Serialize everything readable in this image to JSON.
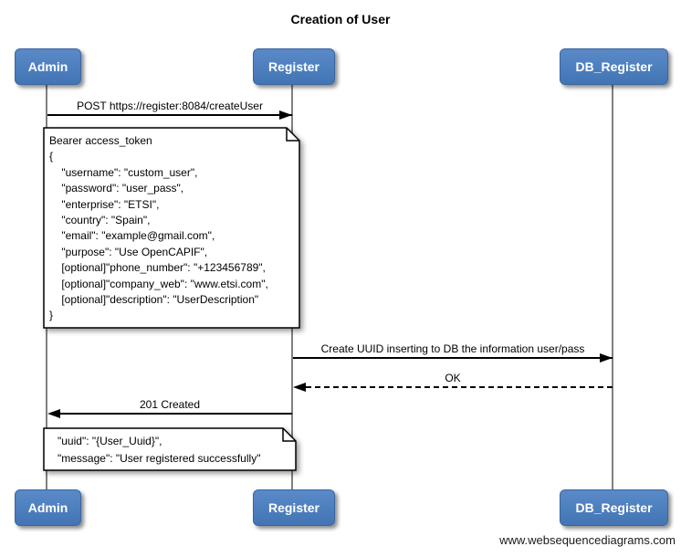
{
  "title": "Creation of User",
  "actors": [
    {
      "name": "Admin"
    },
    {
      "name": "Register"
    },
    {
      "name": "DB_Register"
    }
  ],
  "messages": [
    {
      "label": "POST https://register:8084/createUser",
      "from": "Admin",
      "to": "Register",
      "line": "solid"
    },
    {
      "label": "Create UUID inserting to DB the information user/pass",
      "from": "Register",
      "to": "DB_Register",
      "line": "solid"
    },
    {
      "label": "OK",
      "from": "DB_Register",
      "to": "Register",
      "line": "dashed"
    },
    {
      "label": "201 Created",
      "from": "Register",
      "to": "Admin",
      "line": "solid"
    }
  ],
  "notes": [
    {
      "over": "Admin",
      "lines": [
        "Bearer access_token",
        "{",
        "    \"username\": \"custom_user\",",
        "    \"password\": \"user_pass\",",
        "    \"enterprise\": \"ETSI\",",
        "    \"country\": \"Spain\",",
        "    \"email\": \"example@gmail.com\",",
        "    \"purpose\": \"Use OpenCAPIF\",",
        "    [optional]\"phone_number\": \"+123456789\",",
        "    [optional]\"company_web\": \"www.etsi.com\",",
        "    [optional]\"description\": \"UserDescription\"",
        "}"
      ]
    },
    {
      "over": "Admin",
      "lines": [
        "\"uuid\": \"{User_Uuid}\",",
        "\"message\": \"User registered successfully\""
      ]
    }
  ],
  "watermark": "www.websequencediagrams.com",
  "colors": {
    "actor_fill": "#4C7FBE",
    "actor_border": "#3A66A0",
    "lifeline": "#808080",
    "arrow": "#000000",
    "note_fill": "#FFFFFF"
  }
}
